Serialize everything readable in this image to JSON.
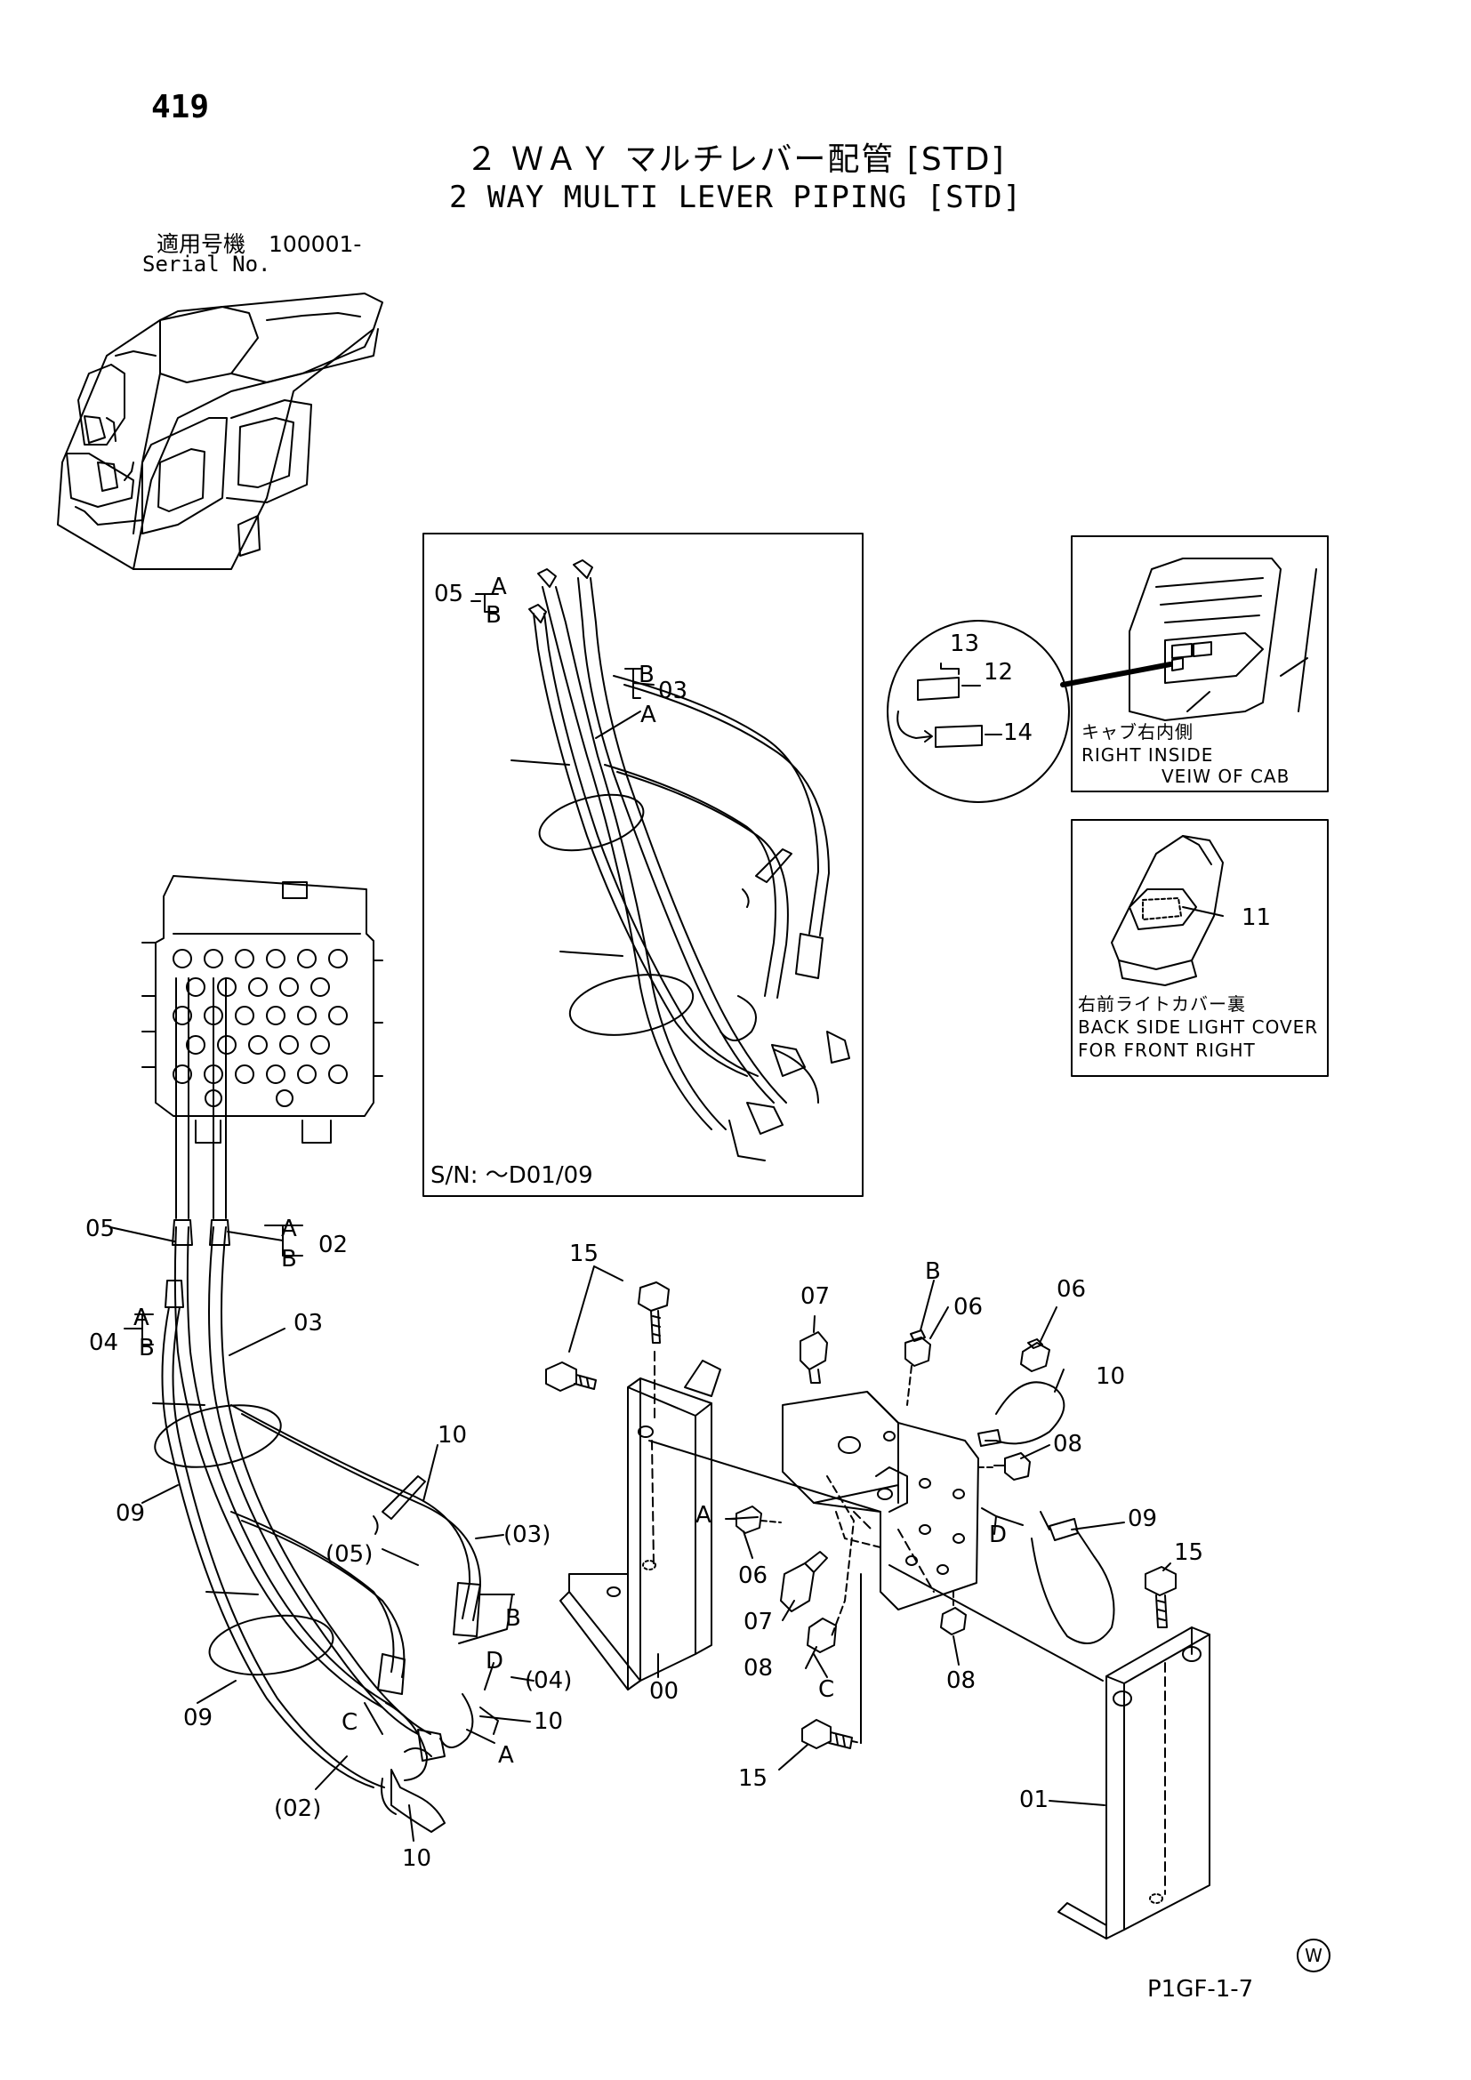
{
  "header": {
    "page_number": "419",
    "title_jp": "２ ＷＡＹ マルチレバー配管 [STD]",
    "title_en": "2 WAY MULTI LEVER PIPING [STD]",
    "serial_label_jp": "適用号機",
    "serial_value": "100001-",
    "serial_label_en": "Serial No."
  },
  "inset_piping": {
    "serial_note": "S/N: ～D01/09",
    "callouts": [
      "05",
      "A",
      "B",
      "B",
      "03",
      "A"
    ]
  },
  "inset_right_inside": {
    "callouts": [
      "13",
      "12",
      "14"
    ],
    "caption_jp": "キャブ右内側",
    "caption_en_line1": "RIGHT  INSIDE",
    "caption_en_line2": "VEIW  OF  CAB"
  },
  "inset_back_side": {
    "callouts": [
      "11"
    ],
    "caption_jp": "右前ライトカバー裏",
    "caption_en_line1": "BACK SIDE LIGHT COVER",
    "caption_en_line2": "FOR FRONT RIGHT"
  },
  "main_left_callouts": {
    "c05": "05",
    "cA1": "A",
    "cB1": "B",
    "c02": "02",
    "c04": "04",
    "cA2": "A",
    "cB2": "B",
    "c03": "03",
    "c09a": "09",
    "c10a": "10",
    "c03p": "(03)",
    "c05p": "(05)",
    "cB3": "B",
    "cD": "D",
    "c04p": "(04)",
    "c10b": "10",
    "cA3": "A",
    "c09b": "09",
    "cC": "C",
    "c02p": "(02)",
    "c10c": "10"
  },
  "main_right_callouts": {
    "c15a": "15",
    "c07a": "07",
    "cB": "B",
    "c06a": "06",
    "c06b": "06",
    "c10": "10",
    "c08a": "08",
    "cA": "A",
    "c06c": "06",
    "cD": "D",
    "c09": "09",
    "c15b": "15",
    "c07b": "07",
    "c08b": "08",
    "cC": "C",
    "c08c": "08",
    "c00": "00",
    "c15c": "15",
    "c01": "01"
  },
  "footer": {
    "w_mark": "W",
    "page_code": "P1GF-1-7"
  }
}
